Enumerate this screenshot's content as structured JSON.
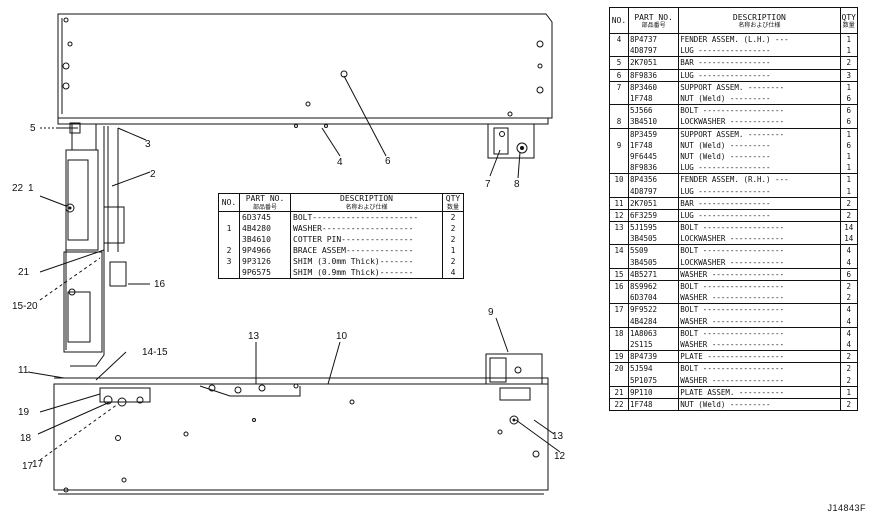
{
  "drawing": {
    "callouts": [
      {
        "id": "c1",
        "text": "1"
      },
      {
        "id": "c2",
        "text": "2"
      },
      {
        "id": "c3",
        "text": "3"
      },
      {
        "id": "c4",
        "text": "4"
      },
      {
        "id": "c5",
        "text": "5"
      },
      {
        "id": "c6",
        "text": "6"
      },
      {
        "id": "c7",
        "text": "7"
      },
      {
        "id": "c8",
        "text": "8"
      },
      {
        "id": "c9",
        "text": "9"
      },
      {
        "id": "c10",
        "text": "10"
      },
      {
        "id": "c11",
        "text": "11"
      },
      {
        "id": "c12",
        "text": "12"
      },
      {
        "id": "c13a",
        "text": "13"
      },
      {
        "id": "c13b",
        "text": "13"
      },
      {
        "id": "c1415",
        "text": "14-15"
      },
      {
        "id": "c1520",
        "text": "15-20"
      },
      {
        "id": "c16",
        "text": "16"
      },
      {
        "id": "c17",
        "text": "17"
      },
      {
        "id": "c17b",
        "text": "17"
      },
      {
        "id": "c18",
        "text": "18"
      },
      {
        "id": "c19",
        "text": "19"
      },
      {
        "id": "c21",
        "text": "21"
      },
      {
        "id": "c22",
        "text": "22"
      }
    ]
  },
  "small_table": {
    "headers": {
      "no": "NO.",
      "part_no": "PART NO.",
      "part_no_sub": "部品番号",
      "description": "DESCRIPTION",
      "description_sub": "名称および仕様",
      "qty": "QTY",
      "qty_sub": "数量"
    },
    "rows": [
      {
        "no": "",
        "pn": "6D3745",
        "desc": "BOLT----------------------",
        "qty": "2"
      },
      {
        "no": "1",
        "pn": "4B4280",
        "desc": "WASHER-------------------",
        "qty": "2"
      },
      {
        "no": "",
        "pn": "3B4610",
        "desc": "COTTER PIN---------------",
        "qty": "2"
      },
      {
        "no": "2",
        "pn": "9P4966",
        "desc": "BRACE ASSEM--------------",
        "qty": "1"
      },
      {
        "no": "3",
        "pn": "9P3126",
        "desc": "SHIM (3.0mm Thick)-------",
        "qty": "2"
      },
      {
        "no": "",
        "pn": "9P6575",
        "desc": "SHIM (0.9mm Thick)-------",
        "qty": "4"
      }
    ]
  },
  "parts_table": {
    "headers": {
      "no": "NO.",
      "part_no": "PART NO.",
      "part_no_sub": "部品番号",
      "description": "DESCRIPTION",
      "description_sub": "名称および仕様",
      "qty": "QTY",
      "qty_sub": "数量"
    },
    "rows": [
      {
        "no": "4",
        "pn": "8P4737",
        "desc": "FENDER ASSEM. (L.H.) ---",
        "qty": "1",
        "grp": true
      },
      {
        "no": "",
        "pn": "4D8797",
        "desc": "   LUG ----------------",
        "qty": "1",
        "grp": false
      },
      {
        "no": "5",
        "pn": "2K7051",
        "desc": "   BAR ----------------",
        "qty": "2",
        "grp": true
      },
      {
        "no": "6",
        "pn": "8F9836",
        "desc": "   LUG ----------------",
        "qty": "3",
        "grp": true
      },
      {
        "no": "7",
        "pn": "8P3460",
        "desc": "SUPPORT ASSEM. --------",
        "qty": "1",
        "grp": true
      },
      {
        "no": "",
        "pn": "1F748",
        "desc": "   NUT (Weld) ---------",
        "qty": "6",
        "grp": false
      },
      {
        "no": "",
        "pn": "5J566",
        "desc": "BOLT ------------------",
        "qty": "6",
        "grp": true
      },
      {
        "no": "8",
        "pn": "3B4510",
        "desc": "LOCKWASHER ------------",
        "qty": "6",
        "grp": false
      },
      {
        "no": "",
        "pn": "8P3459",
        "desc": "SUPPORT ASSEM. --------",
        "qty": "1",
        "grp": true
      },
      {
        "no": "9",
        "pn": "1F748",
        "desc": "   NUT (Weld) ---------",
        "qty": "6",
        "grp": false
      },
      {
        "no": "",
        "pn": "9F6445",
        "desc": "   NUT (Weld) ---------",
        "qty": "1",
        "grp": false
      },
      {
        "no": "",
        "pn": "8F9836",
        "desc": "   LUG ----------------",
        "qty": "1",
        "grp": false
      },
      {
        "no": "10",
        "pn": "8P4356",
        "desc": "FENDER ASSEM. (R.H.) ---",
        "qty": "1",
        "grp": true
      },
      {
        "no": "",
        "pn": "4D8797",
        "desc": "   LUG ----------------",
        "qty": "1",
        "grp": false
      },
      {
        "no": "11",
        "pn": "2K7051",
        "desc": "   BAR ----------------",
        "qty": "2",
        "grp": true
      },
      {
        "no": "12",
        "pn": "6F3259",
        "desc": "   LUG ----------------",
        "qty": "2",
        "grp": true
      },
      {
        "no": "13",
        "pn": "5J1595",
        "desc": "BOLT ------------------",
        "qty": "14",
        "grp": true
      },
      {
        "no": "",
        "pn": "3B4505",
        "desc": "LOCKWASHER ------------",
        "qty": "14",
        "grp": false
      },
      {
        "no": "14",
        "pn": "5S09",
        "desc": "BOLT ------------------",
        "qty": "4",
        "grp": true
      },
      {
        "no": "",
        "pn": "3B4505",
        "desc": "LOCKWASHER ------------",
        "qty": "4",
        "grp": false
      },
      {
        "no": "15",
        "pn": "4B5271",
        "desc": "WASHER ----------------",
        "qty": "6",
        "grp": true
      },
      {
        "no": "16",
        "pn": "8S9962",
        "desc": "BOLT ------------------",
        "qty": "2",
        "grp": true
      },
      {
        "no": "",
        "pn": "6D3704",
        "desc": "WASHER ----------------",
        "qty": "2",
        "grp": false
      },
      {
        "no": "17",
        "pn": "9F9522",
        "desc": "BOLT ------------------",
        "qty": "4",
        "grp": true
      },
      {
        "no": "",
        "pn": "4B4284",
        "desc": "WASHER ----------------",
        "qty": "4",
        "grp": false
      },
      {
        "no": "18",
        "pn": "1A8063",
        "desc": "BOLT ------------------",
        "qty": "4",
        "grp": true
      },
      {
        "no": "",
        "pn": "2S115",
        "desc": "WASHER ----------------",
        "qty": "4",
        "grp": false
      },
      {
        "no": "19",
        "pn": "8P4739",
        "desc": "PLATE -----------------",
        "qty": "2",
        "grp": true
      },
      {
        "no": "20",
        "pn": "5J594",
        "desc": "BOLT ------------------",
        "qty": "2",
        "grp": true
      },
      {
        "no": "",
        "pn": "5P1075",
        "desc": "WASHER ----------------",
        "qty": "2",
        "grp": false
      },
      {
        "no": "21",
        "pn": "9P110",
        "desc": "PLATE ASSEM. ----------",
        "qty": "1",
        "grp": true
      },
      {
        "no": "22",
        "pn": "1F748",
        "desc": "   NUT (Weld) ---------",
        "qty": "2",
        "grp": true
      }
    ]
  },
  "document_code": "J14843F"
}
